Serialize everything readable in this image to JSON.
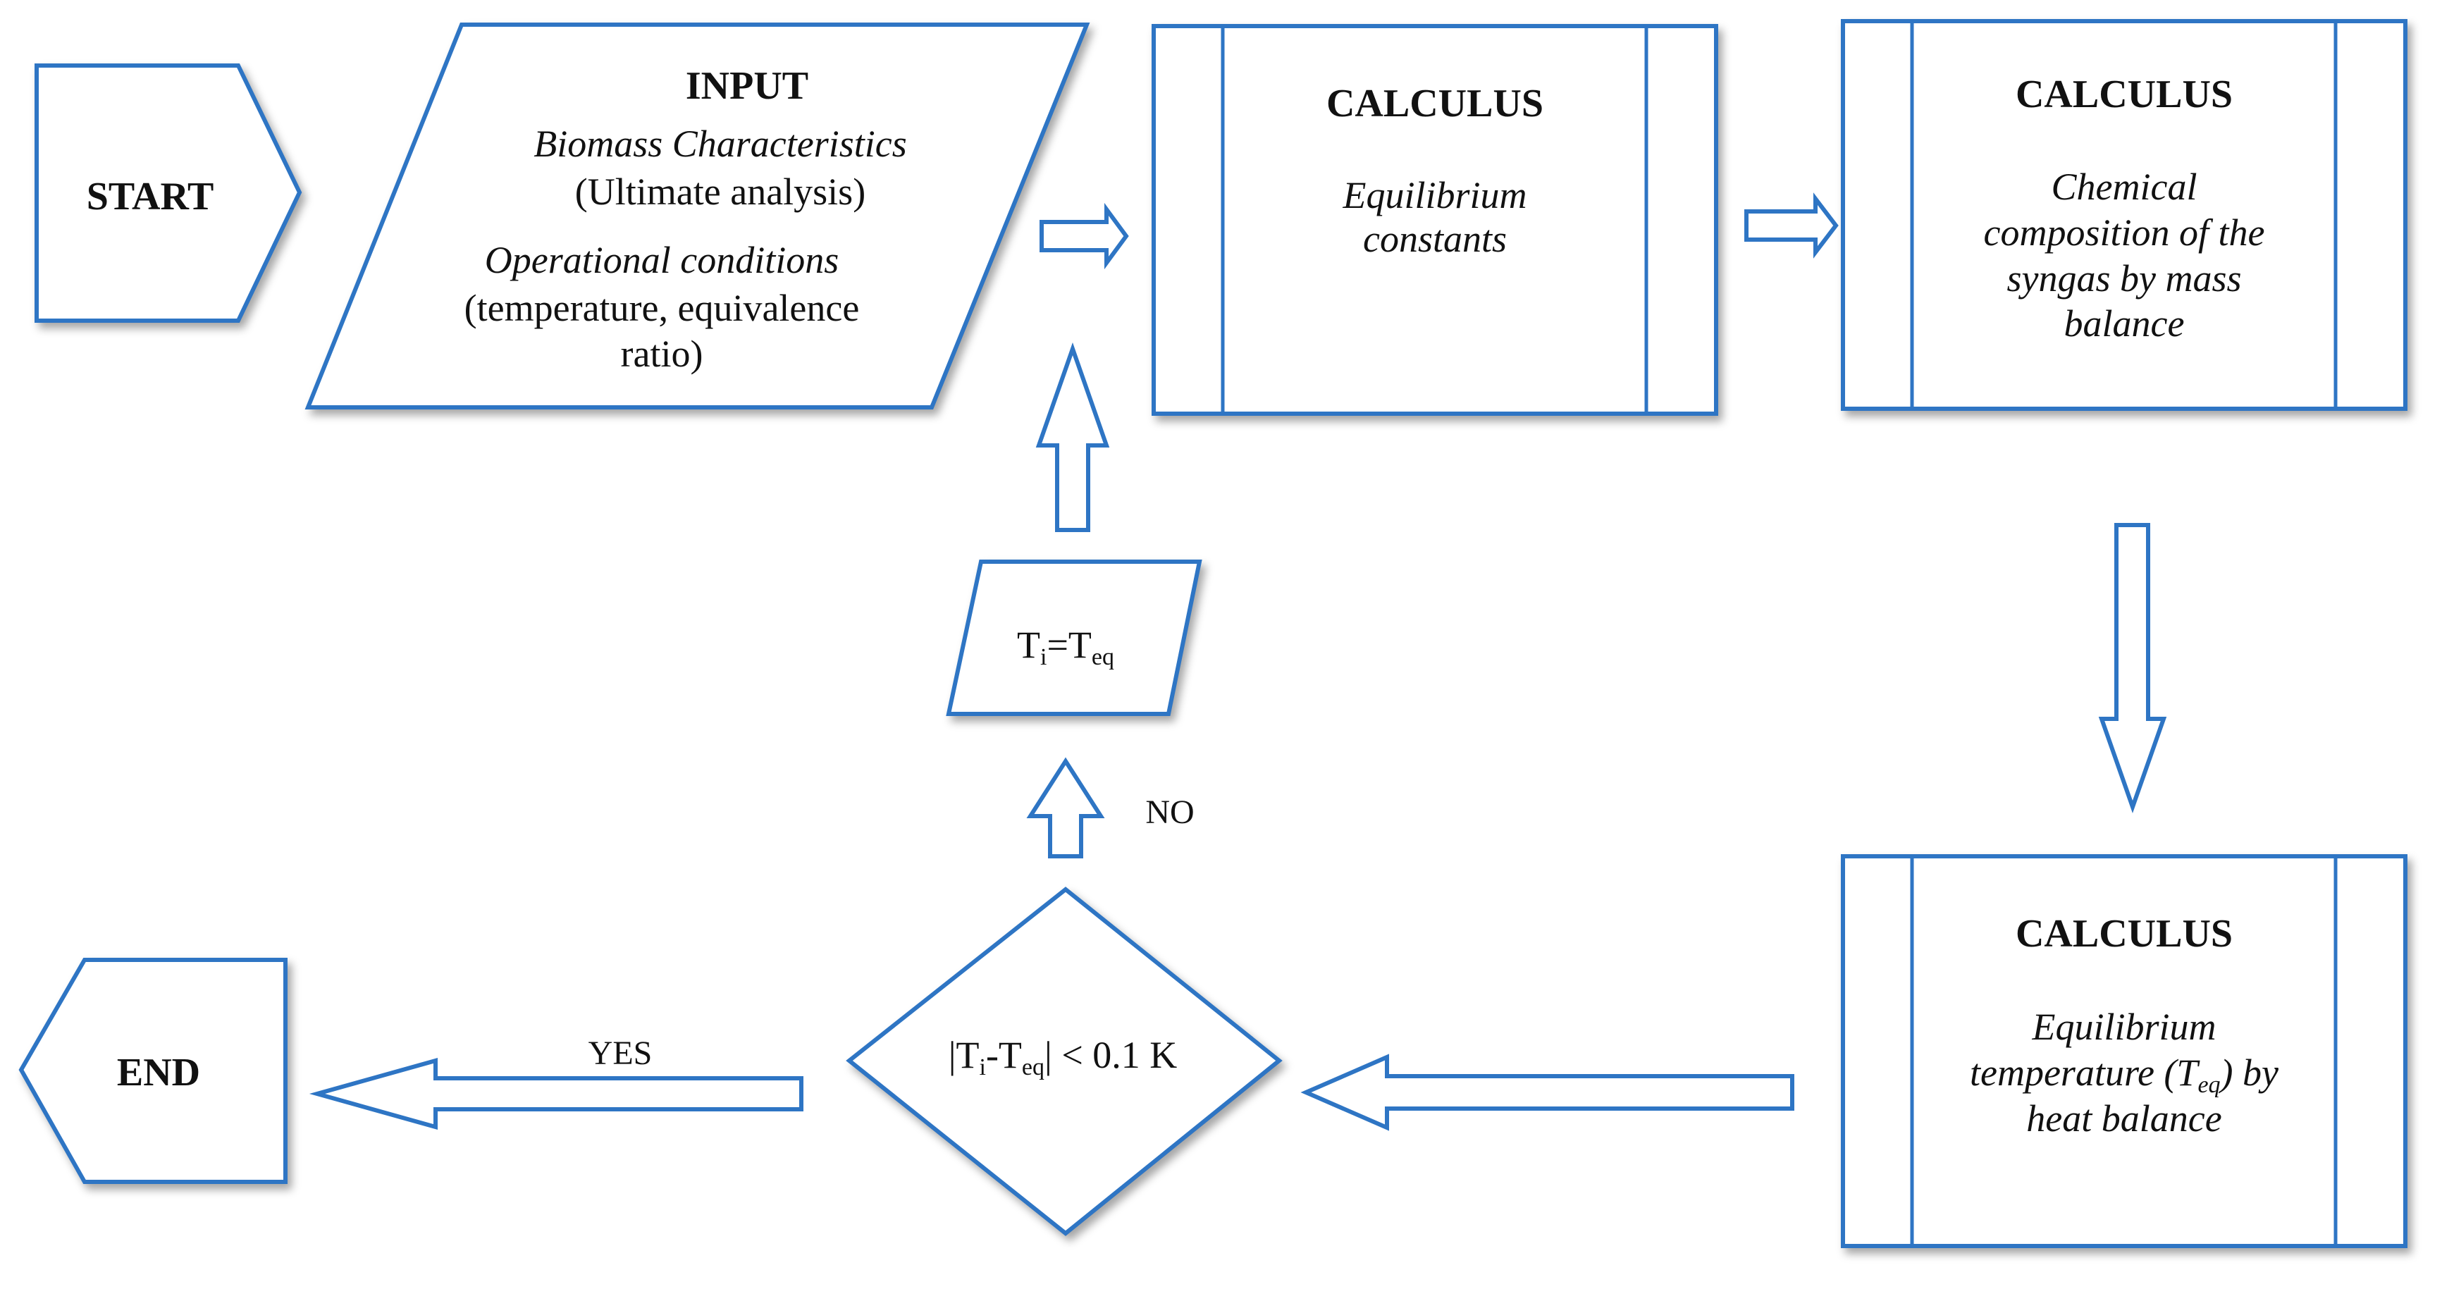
{
  "start": {
    "label": "START"
  },
  "input": {
    "title": "INPUT",
    "line1": "Biomass Characteristics",
    "line2": "(Ultimate analysis)",
    "line3": "Operational conditions",
    "line4": "(temperature, equivalence",
    "line5": "ratio)"
  },
  "calc1": {
    "title": "CALCULUS",
    "line1": "Equilibrium",
    "line2": "constants"
  },
  "calc2": {
    "title": "CALCULUS",
    "line1": "Chemical",
    "line2": "composition of the",
    "line3": "syngas by mass",
    "line4": "balance"
  },
  "calc3": {
    "title": "CALCULUS",
    "line1": "Equilibrium",
    "line2_pre": "temperature (T",
    "line2_sub": "eq",
    "line2_post": ") by",
    "line3": "heat balance"
  },
  "update": {
    "t1": "T",
    "s1": "i",
    "t2": "=T",
    "s2": "eq"
  },
  "decision": {
    "t1": "|T",
    "s1": "i",
    "t2": "-T",
    "s2": "eq",
    "t3": "| < 0.1 K"
  },
  "labels": {
    "no": "NO",
    "yes": "YES"
  },
  "end": {
    "label": "END"
  },
  "colors": {
    "stroke": "#2e75c4",
    "fill": "#ffffff"
  }
}
